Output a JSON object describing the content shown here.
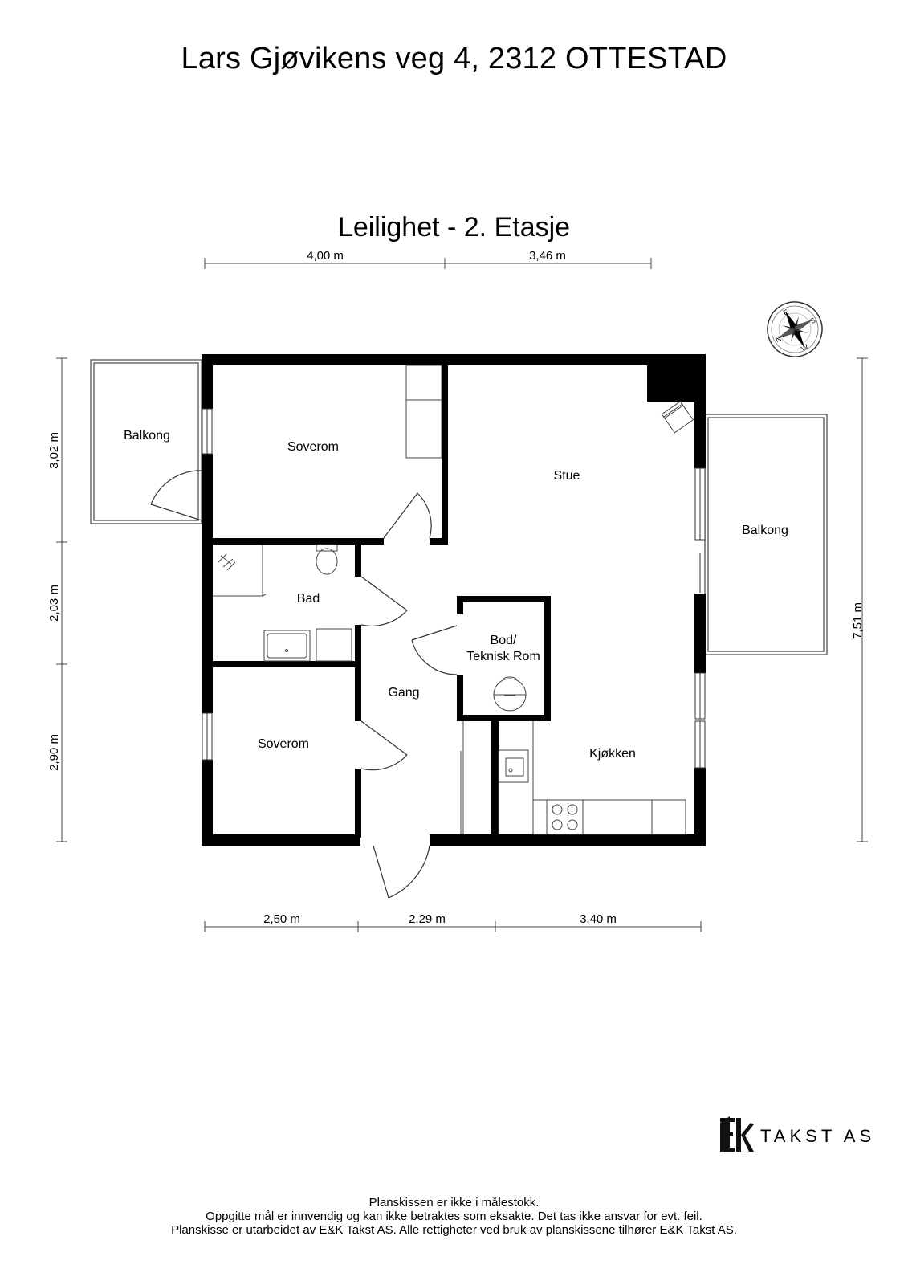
{
  "title": "Lars Gjøvikens veg 4, 2312 OTTESTAD",
  "subtitle": "Leilighet - 2. Etasje",
  "rooms": {
    "balkong_left": "Balkong",
    "soverom_top": "Soverom",
    "stue": "Stue",
    "balkong_right": "Balkong",
    "bad": "Bad",
    "bod_line1": "Bod/",
    "bod_line2": "Teknisk Rom",
    "gang": "Gang",
    "soverom_bottom": "Soverom",
    "kjokken": "Kjøkken"
  },
  "dimensions": {
    "top_left": "4,00 m",
    "top_right": "3,46 m",
    "bottom_left": "2,50 m",
    "bottom_middle": "2,29 m",
    "bottom_right": "3,40 m",
    "left_top": "3,02 m",
    "left_middle": "2,03 m",
    "left_bottom": "2,90 m",
    "right": "7,51 m"
  },
  "compass": {
    "n": "N",
    "e": "E",
    "s": "S",
    "w": "W"
  },
  "logo": {
    "mark": "EK",
    "text": "TAKST AS"
  },
  "disclaimer": {
    "line1": "Planskissen er ikke i målestokk.",
    "line2": "Oppgitte mål er innvendig og kan ikke betraktes som eksakte. Det tas ikke ansvar for evt. feil.",
    "line3": "Planskisse er utarbeidet av E&K Takst AS. Alle rettigheter ved bruk av planskissene tilhører E&K Takst AS."
  }
}
